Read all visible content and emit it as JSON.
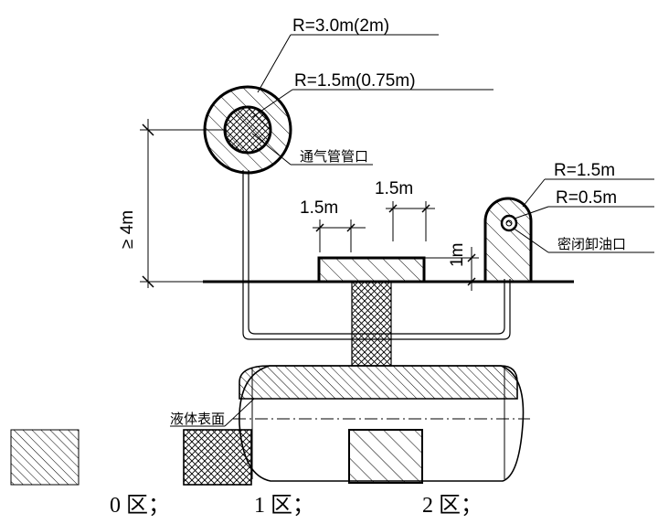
{
  "labels": {
    "vent_outer_radius": "R=3.0m(2m)",
    "vent_inner_radius": "R=1.5m(0.75m)",
    "vent_outlet": "通气管管口",
    "height_dim": "≥ 4m",
    "top_left_dim": "1.5m",
    "top_right_dim": "1.5m",
    "side_dim": "1m",
    "unload_outer_radius": "R=1.5m",
    "unload_inner_radius": "R=0.5m",
    "unload_port": "密闭卸油口",
    "liquid_surface": "液体表面"
  },
  "legend": [
    {
      "label": "0 区；",
      "pattern": "hatch-dense"
    },
    {
      "label": "1 区；",
      "pattern": "crosshatch"
    },
    {
      "label": "2 区；",
      "pattern": "hatch-sparse"
    }
  ]
}
